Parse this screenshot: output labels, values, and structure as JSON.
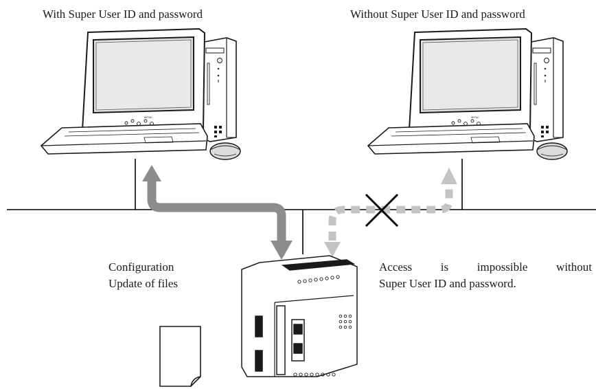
{
  "captions": {
    "left": "With Super User ID and password",
    "right": "Without Super User ID and password"
  },
  "notes": {
    "left": [
      "Configuration",
      "Update of files"
    ],
    "right": [
      "Access is impossible without",
      "Super User ID and password."
    ]
  },
  "pc_brand": "MITAC",
  "colors": {
    "allowed_arrow": "#8c8c8c",
    "denied_arrow": "#c4c4c4",
    "cross": "#000000",
    "network_line": "#000000"
  },
  "icons": [
    "computer-allowed-icon",
    "computer-denied-icon",
    "controller-device-icon",
    "file-document-icon",
    "denied-cross-icon"
  ]
}
